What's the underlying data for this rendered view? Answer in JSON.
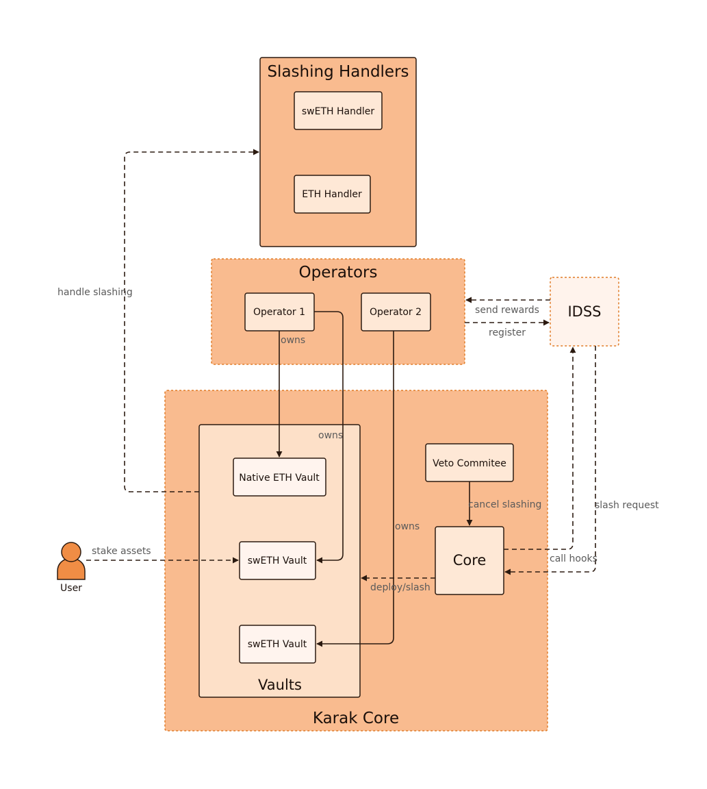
{
  "colors": {
    "container_fill": "#f9bb8f",
    "inner_fill": "#fde0c8",
    "box_fill": "#fee8d6",
    "box_light": "#fff4ee",
    "idss_fill": "#fff3ec",
    "dashed_border": "#e07b26",
    "line": "#2b1a10",
    "label_gray": "#5a5a5a",
    "user_fill": "#f08d45"
  },
  "icons": {
    "user": "person-icon"
  },
  "containers": {
    "slashing_handlers": "Slashing Handlers",
    "operators": "Operators",
    "karak_core": "Karak Core",
    "vaults": "Vaults"
  },
  "nodes": {
    "sweth_handler": "swETH Handler",
    "eth_handler": "ETH Handler",
    "operator1": "Operator 1",
    "operator2": "Operator 2",
    "idss": "IDSS",
    "native_eth_vault": "Native ETH Vault",
    "sweth_vault_1": "swETH Vault",
    "sweth_vault_2": "swETH Vault",
    "veto_committee": "Veto Commitee",
    "core": "Core",
    "user": "User"
  },
  "edge_labels": {
    "handle_slashing": "handle slashing",
    "send_rewards": "send rewards",
    "register": "register",
    "owns_op1_native": "owns",
    "owns_op1_sweth": "owns",
    "owns_op2_sweth": "owns",
    "stake_assets": "stake assets",
    "cancel_slashing": "cancel slashing",
    "deploy_slash": "deploy/slash",
    "slash_request": "slash request",
    "call_hooks": "call hooks"
  }
}
